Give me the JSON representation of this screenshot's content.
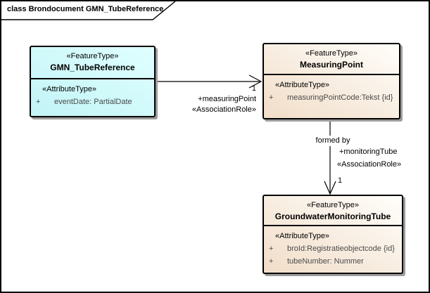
{
  "frame": {
    "title": "class Brondocument GMN_TubeReference"
  },
  "classes": [
    {
      "stereotype": "«FeatureType»",
      "name": "GMN_TubeReference",
      "attribute_stereotype": "«AttributeType»",
      "attributes": [
        {
          "visibility": "+",
          "signature": "eventDate: PartialDate"
        }
      ],
      "fill_color": "#ccffff"
    },
    {
      "stereotype": "«FeatureType»",
      "name": "MeasuringPoint",
      "attribute_stereotype": "«AttributeType»",
      "attributes": [
        {
          "visibility": "+",
          "signature": "measuringPointCode:Tekst {id}"
        }
      ],
      "fill_color": "#f1ddc8"
    },
    {
      "stereotype": "«FeatureType»",
      "name": "GroundwaterMonitoringTube",
      "attribute_stereotype": "«AttributeType»",
      "attributes": [
        {
          "visibility": "+",
          "signature": "broId:Registratieobjectcode {id}"
        },
        {
          "visibility": "+",
          "signature": "tubeNumber: Nummer"
        }
      ],
      "fill_color": "#f1ddc8"
    }
  ],
  "associations": [
    {
      "source": "GMN_TubeReference",
      "target": "MeasuringPoint",
      "target_multiplicity": "1",
      "target_role": "+measuringPoint",
      "target_stereotype": "«AssociationRole»"
    },
    {
      "source": "MeasuringPoint",
      "target": "GroundwaterMonitoringTube",
      "name": "formed by",
      "target_role": "+monitoringTube",
      "target_stereotype": "«AssociationRole»",
      "target_multiplicity": "1"
    }
  ],
  "colors": {
    "cyan_fill": "#ccffff",
    "tan_fill_top": "#fffefb",
    "tan_fill_bottom": "#f1ddc8",
    "border": "#000000",
    "shadow": "#9c9c9c",
    "attribute_text": "#4a4a4a"
  }
}
